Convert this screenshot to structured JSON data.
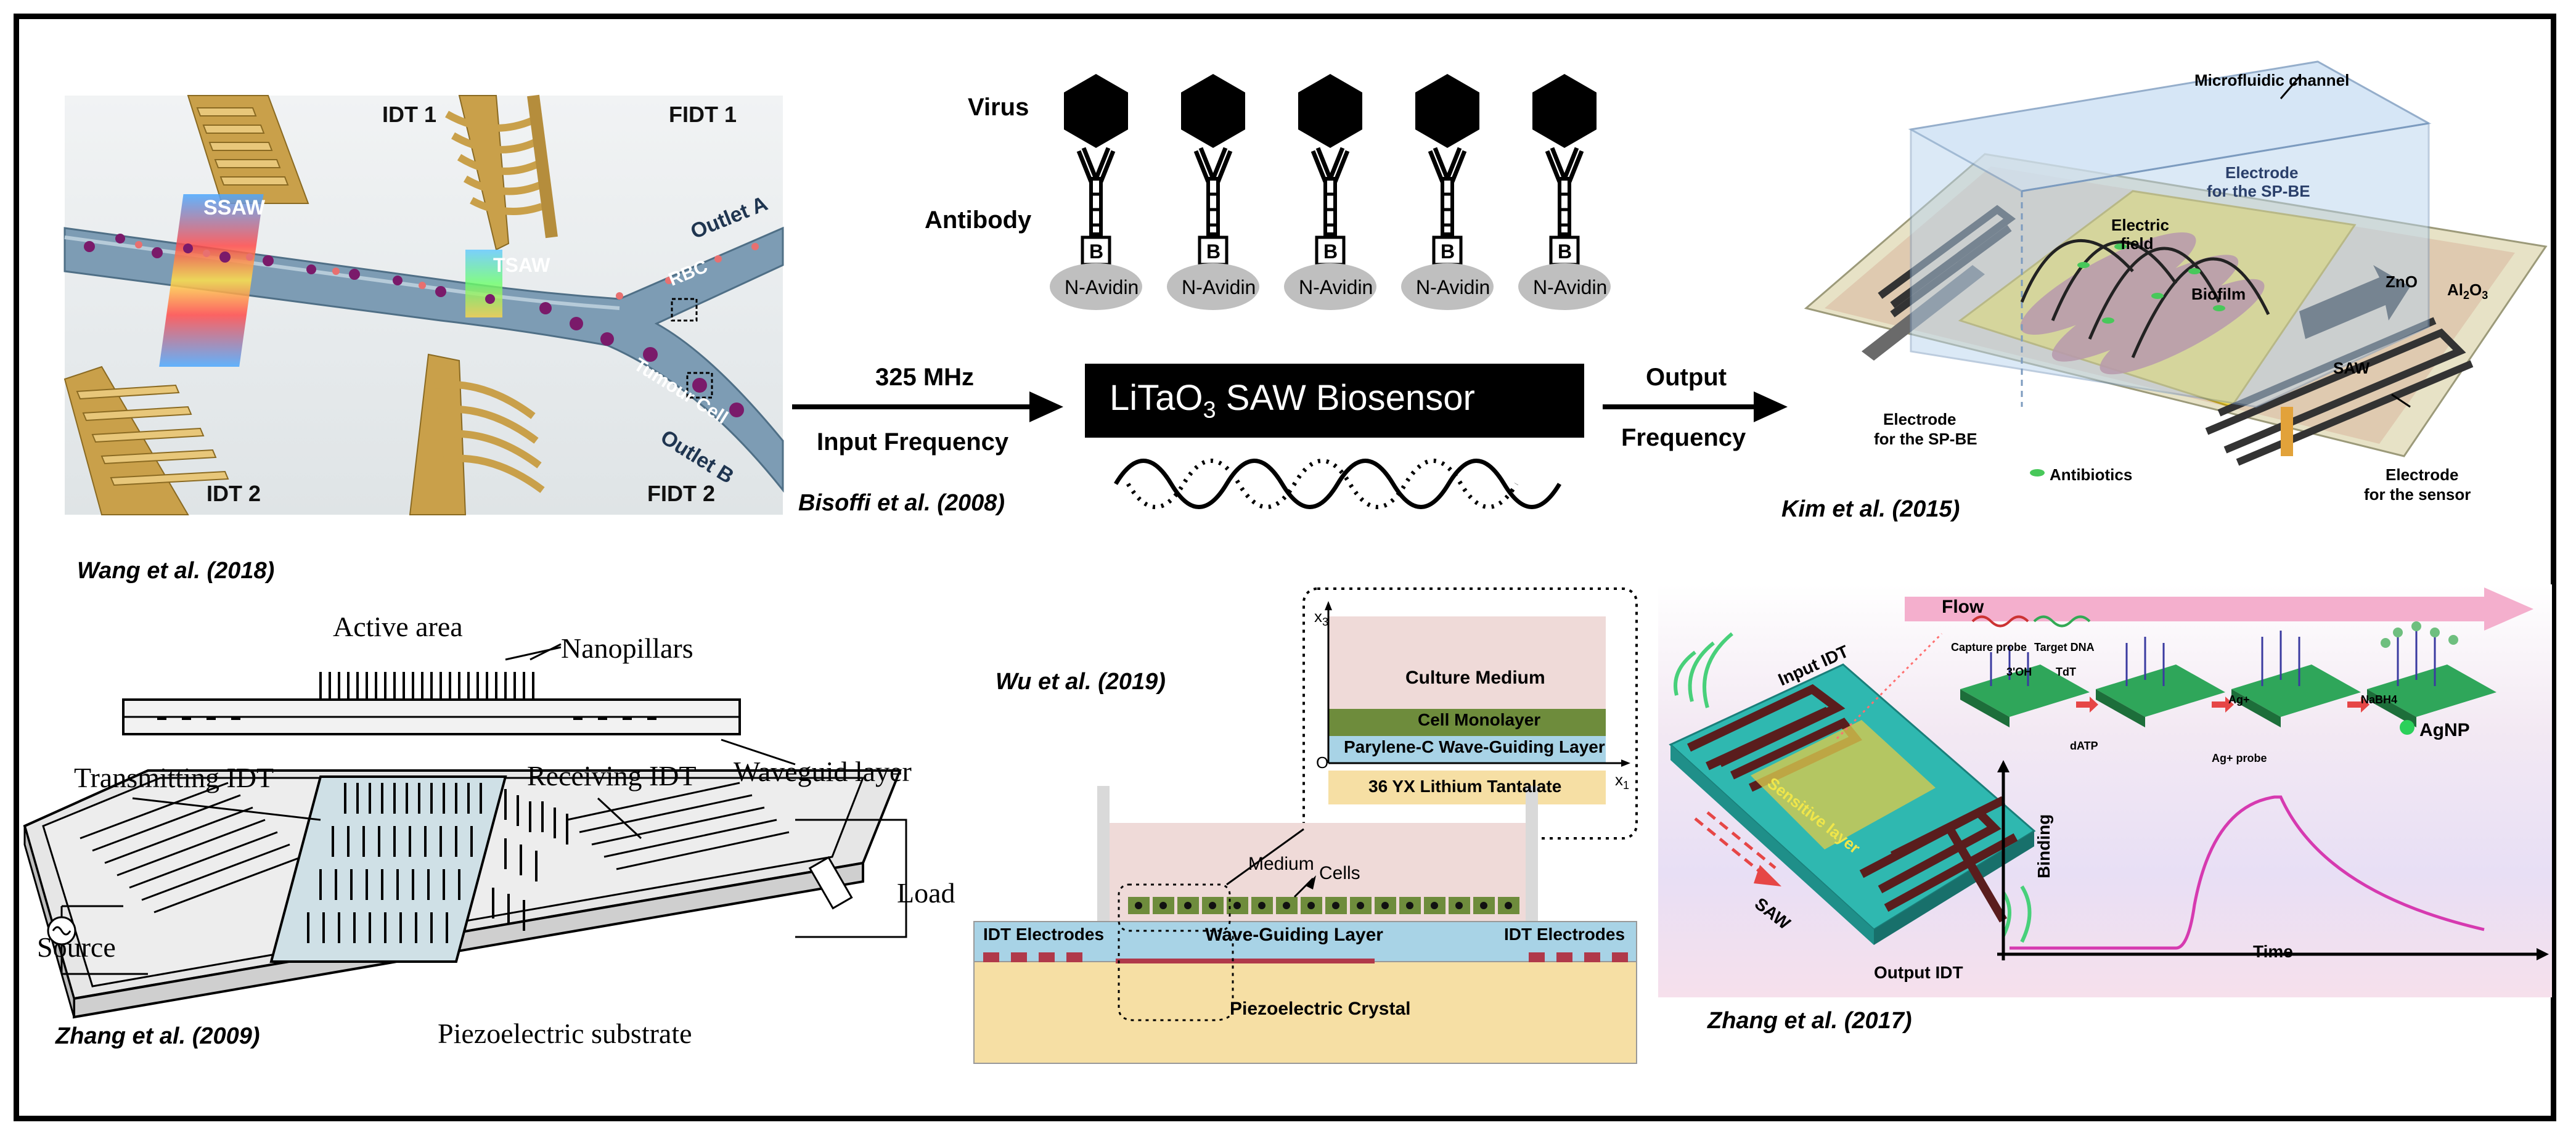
{
  "panels": {
    "wang": {
      "labels": {
        "idt1": "IDT 1",
        "fidt1": "FIDT 1",
        "idt2": "IDT 2",
        "fidt2": "FIDT 2",
        "ssaw": "SSAW",
        "tsaw": "TSAW",
        "outlet_a": "Outlet A",
        "outlet_b": "Outlet B",
        "rbc": "RBC",
        "tumour": "Tumour Cell"
      },
      "citation": "Wang et al. (2018)"
    },
    "bisoffi": {
      "virus": "Virus",
      "antibody": "Antibody",
      "b": "B",
      "navidin": "N-Avidin",
      "freq_value": "325 MHz",
      "input_freq": "Input Frequency",
      "device_pre": "LiTaO",
      "device_sub": "3",
      "device_post": " SAW Biosensor",
      "output_1": "Output",
      "output_2": "Frequency",
      "citation": "Bisoffi et al. (2008)"
    },
    "kim": {
      "microfluidic": "Microfluidic channel",
      "electrode_spbe_1": "Electrode",
      "electrode_spbe_2": "for the SP-BE",
      "electric_field_1": "Electric",
      "electric_field_2": "field",
      "biofilm": "Biofilm",
      "zno": "ZnO",
      "al2o3_pre": "Al",
      "al2o3_sub1": "2",
      "al2o3_mid": "O",
      "al2o3_sub2": "3",
      "saw": "SAW",
      "electrode_sensor_1": "Electrode",
      "electrode_sensor_2": "for the sensor",
      "antibiotics": "Antibiotics",
      "citation": "Kim et al. (2015)"
    },
    "zhang2009": {
      "active_area": "Active area",
      "nanopillars": "Nanopillars",
      "transmitting_idt": "Transmitting IDT",
      "receiving_idt": "Receiving IDT",
      "waveguide": "Waveguid layer",
      "load": "Load",
      "source": "Source",
      "substrate": "Piezoelectric substrate",
      "citation": "Zhang et al. (2009)"
    },
    "wu": {
      "citation": "Wu et al. (2019)",
      "x3": "x",
      "x3_sub": "3",
      "x1": "x",
      "x1_sub": "1",
      "origin": "O",
      "culture_medium": "Culture Medium",
      "cell_monolayer": "Cell Monolayer",
      "parylene": "Parylene-C Wave-Guiding Layer",
      "lithium": "36 YX Lithium Tantalate",
      "medium": "Medium",
      "cells": "Cells",
      "idt_left": "IDT Electrodes",
      "idt_right": "IDT Electrodes",
      "waveguiding": "Wave-Guiding Layer",
      "piezo": "Piezoelectric Crystal"
    },
    "zhang2017": {
      "flow": "Flow",
      "capture_probe": "Capture probe",
      "target_dna": "Target DNA",
      "oh": "3'OH",
      "tdt": "TdT",
      "datp": "dATP",
      "ag_plus": "Ag+",
      "ag_probe": "Ag+ probe",
      "nabh4": "NaBH4",
      "agnp": "AgNP",
      "input_idt": "Input IDT",
      "sensitive_layer": "Sensitive layer",
      "saw": "SAW",
      "output_idt": "Output IDT",
      "binding": "Binding",
      "time": "Time",
      "citation": "Zhang et al. (2017)"
    }
  },
  "colors": {
    "gold": "#c9a04a",
    "channel_blue": "#7d9cb4",
    "cell_purple": "#7a1a6a",
    "chip_yellow": "#f2d84a",
    "sand": "#f6dfa4",
    "water_blue": "#a8d3e6",
    "cell_green": "#6e8c3c",
    "pink_curve": "#d63ab0",
    "teal": "#2fb8b0"
  }
}
